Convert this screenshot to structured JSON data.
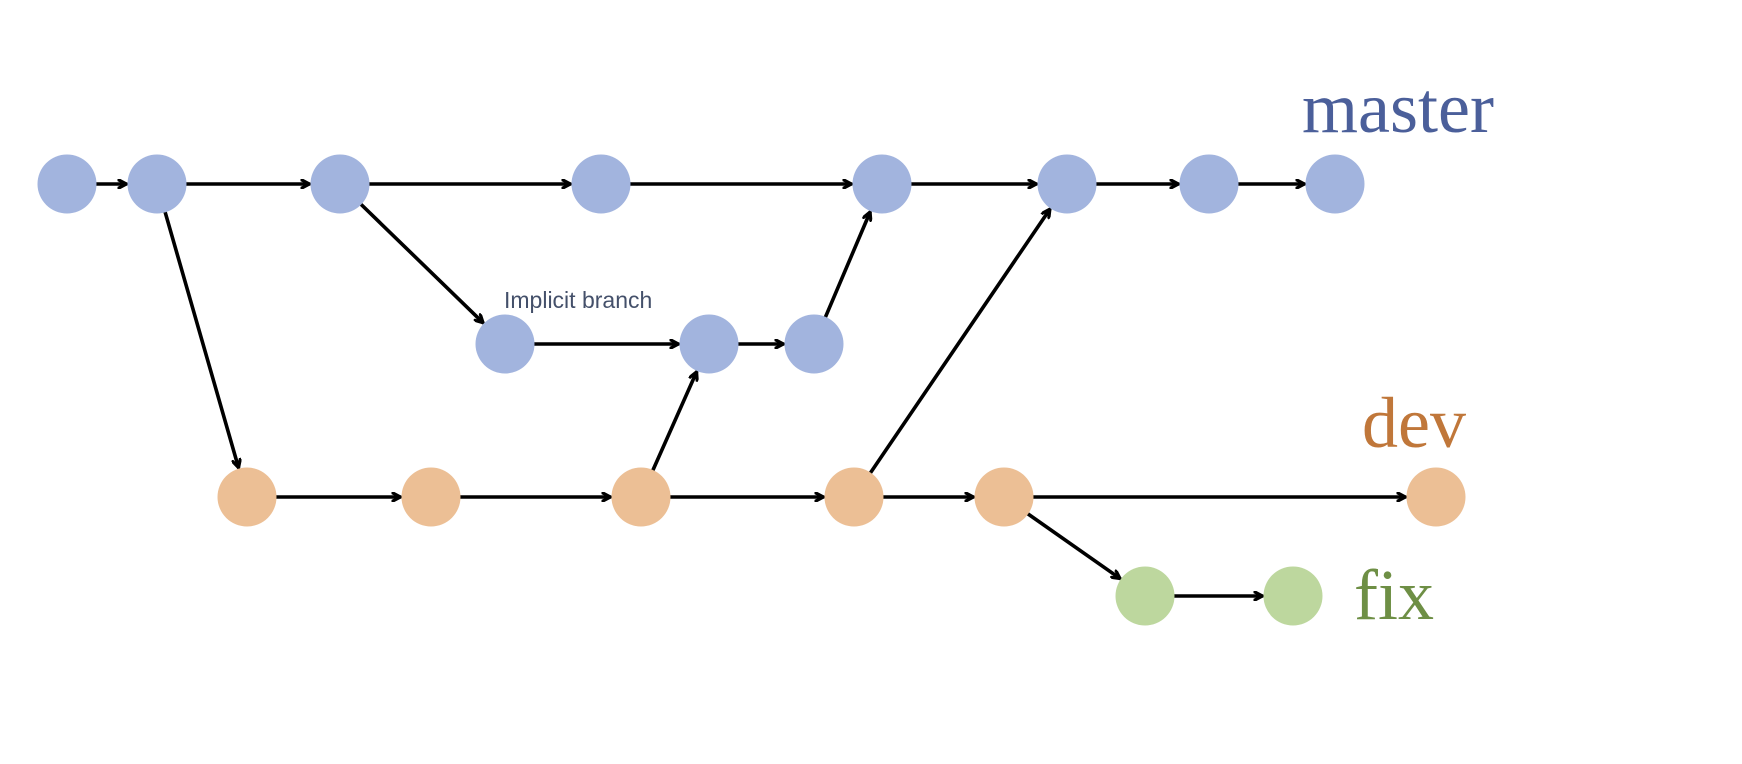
{
  "labels": {
    "master": "master",
    "dev": "dev",
    "fix": "fix",
    "implicit": "Implicit branch"
  },
  "colors": {
    "master": "#a2b4de",
    "implicit": "#a2b4de",
    "dev": "#ecbf95",
    "fix": "#bdd79e",
    "master_label": "#4b5f9a",
    "dev_label": "#c0773a",
    "fix_label": "#6e8f45",
    "note_label": "#44506a",
    "edge": "#000000"
  },
  "branches": [
    "master",
    "implicit",
    "dev",
    "fix"
  ],
  "commits": [
    {
      "id": "m1",
      "branch": "master"
    },
    {
      "id": "m2",
      "branch": "master"
    },
    {
      "id": "m3",
      "branch": "master"
    },
    {
      "id": "m4",
      "branch": "master"
    },
    {
      "id": "m5",
      "branch": "master"
    },
    {
      "id": "m6",
      "branch": "master"
    },
    {
      "id": "m7",
      "branch": "master"
    },
    {
      "id": "m8",
      "branch": "master"
    },
    {
      "id": "i1",
      "branch": "implicit"
    },
    {
      "id": "i2",
      "branch": "implicit"
    },
    {
      "id": "i3",
      "branch": "implicit"
    },
    {
      "id": "d1",
      "branch": "dev"
    },
    {
      "id": "d2",
      "branch": "dev"
    },
    {
      "id": "d3",
      "branch": "dev"
    },
    {
      "id": "d4",
      "branch": "dev"
    },
    {
      "id": "d5",
      "branch": "dev"
    },
    {
      "id": "d6",
      "branch": "dev"
    },
    {
      "id": "f1",
      "branch": "fix"
    },
    {
      "id": "f2",
      "branch": "fix"
    }
  ],
  "edges": [
    [
      "m1",
      "m2"
    ],
    [
      "m2",
      "m3"
    ],
    [
      "m3",
      "m4"
    ],
    [
      "m4",
      "m5"
    ],
    [
      "m5",
      "m6"
    ],
    [
      "m6",
      "m7"
    ],
    [
      "m7",
      "m8"
    ],
    [
      "m3",
      "i1"
    ],
    [
      "i1",
      "i2"
    ],
    [
      "i2",
      "i3"
    ],
    [
      "i3",
      "m5"
    ],
    [
      "m2",
      "d1"
    ],
    [
      "d1",
      "d2"
    ],
    [
      "d2",
      "d3"
    ],
    [
      "d3",
      "d4"
    ],
    [
      "d4",
      "d5"
    ],
    [
      "d5",
      "d6"
    ],
    [
      "d3",
      "i2"
    ],
    [
      "d4",
      "m6"
    ],
    [
      "d5",
      "f1"
    ],
    [
      "f1",
      "f2"
    ]
  ]
}
